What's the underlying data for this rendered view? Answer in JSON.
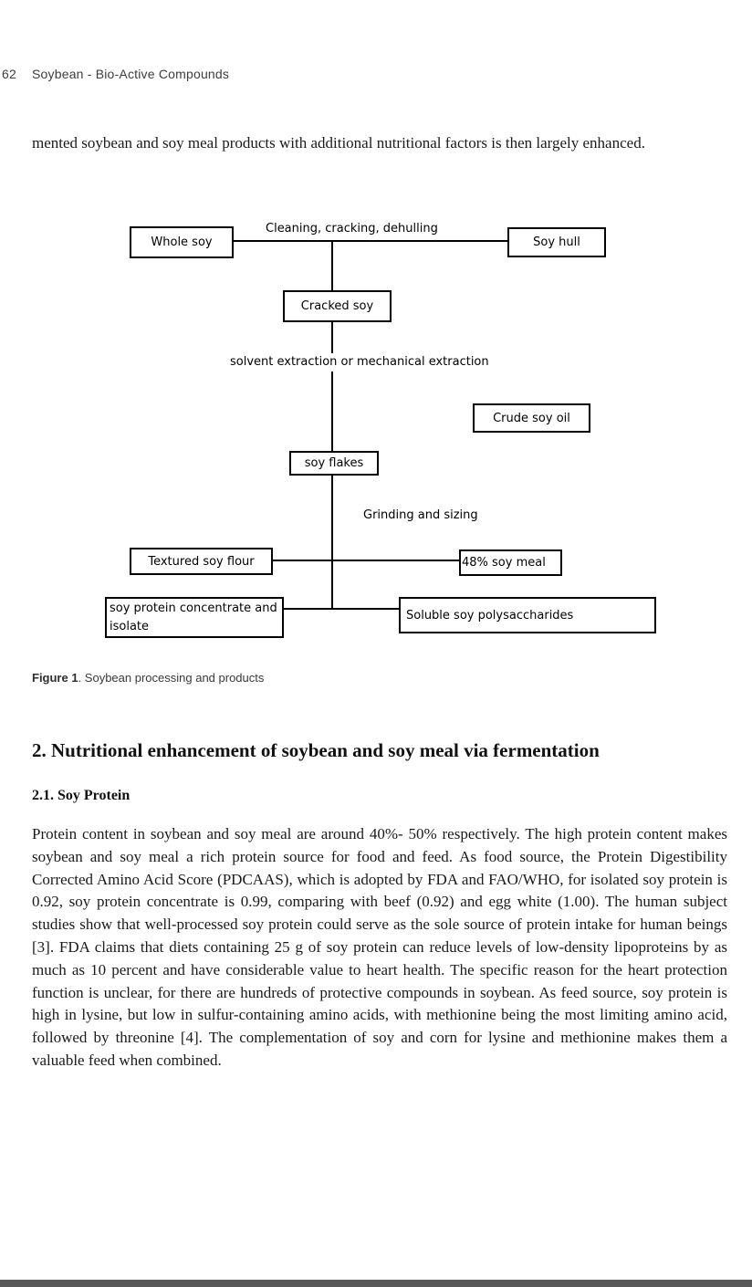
{
  "header": {
    "page_number": "62",
    "book_title": "Soybean - Bio-Active Compounds"
  },
  "intro_paragraph": "mented soybean and soy meal products with additional nutritional factors is then largely enhanced.",
  "diagram": {
    "boxes": {
      "whole_soy": "Whole soy",
      "soy_hull": "Soy hull",
      "cracked_soy": "Cracked soy",
      "crude_soy_oil": "Crude soy oil",
      "soy_flakes": "soy flakes",
      "textured_soy_flour": "Textured soy flour",
      "soy_meal_48": "48% soy meal",
      "soy_protein_concentrate_isolate": "soy protein concentrate and isolate",
      "soluble_soy_polysaccharides": "Soluble soy polysaccharides"
    },
    "process_labels": {
      "cleaning": "Cleaning, cracking, dehulling",
      "extraction": "solvent extraction or mechanical extraction",
      "grinding": "Grinding and sizing"
    }
  },
  "figure_caption": {
    "label": "Figure 1",
    "text": ". Soybean processing and products"
  },
  "section_heading": "2. Nutritional enhancement of soybean and soy meal via fermentation",
  "subsection_heading": "2.1. Soy Protein",
  "body_paragraph": "Protein content in soybean and soy meal are around 40%- 50% respectively. The high protein content makes soybean and soy meal a rich protein source for food and feed. As food source, the Protein Digestibility Corrected Amino Acid Score (PDCAAS), which is adopted by FDA and FAO/WHO, for isolated soy protein is 0.92, soy protein concentrate is 0.99, comparing with beef (0.92) and egg white (1.00). The human subject studies show that well-processed soy protein could serve as the sole source of protein intake for human beings [3]. FDA claims that diets containing 25 g of soy protein can reduce levels of low-density lipoproteins by as much as 10 percent and have considerable value to heart health. The specific reason for the heart protection function is unclear, for there are hundreds of protective compounds in soybean. As feed source, soy protein is high in lysine, but low in sulfur-containing amino acids, with methionine being the most limiting amino acid, followed by threonine [4]. The complementation of soy and corn for lysine and methionine makes them a valuable feed when combined.",
  "colors": {
    "footer_bar": "#595959",
    "header_text": "#3d3d3d",
    "body_text": "#1a1a1a"
  }
}
